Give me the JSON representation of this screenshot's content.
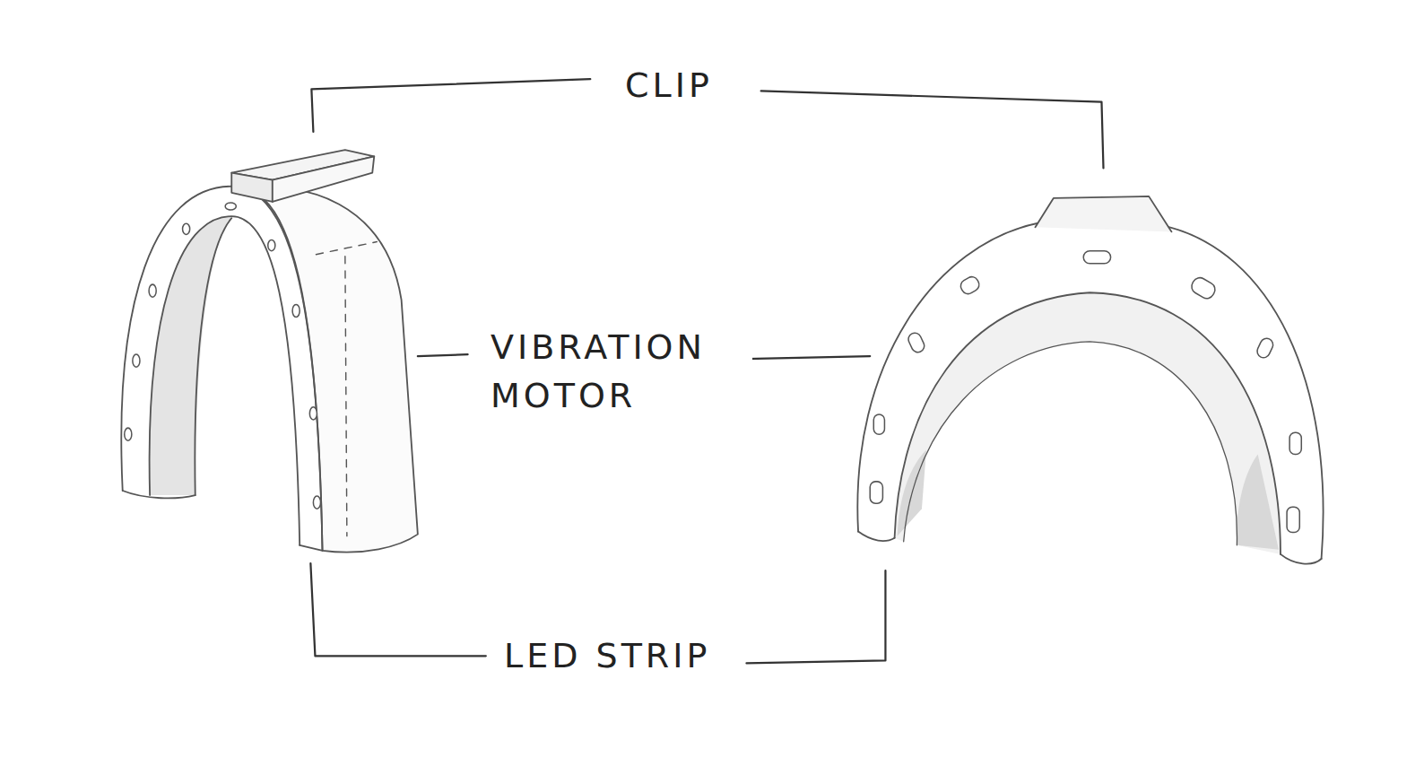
{
  "diagram": {
    "labels": [
      "CLIP",
      "VIBRATION MOTOR",
      "LED STRIP"
    ]
  }
}
